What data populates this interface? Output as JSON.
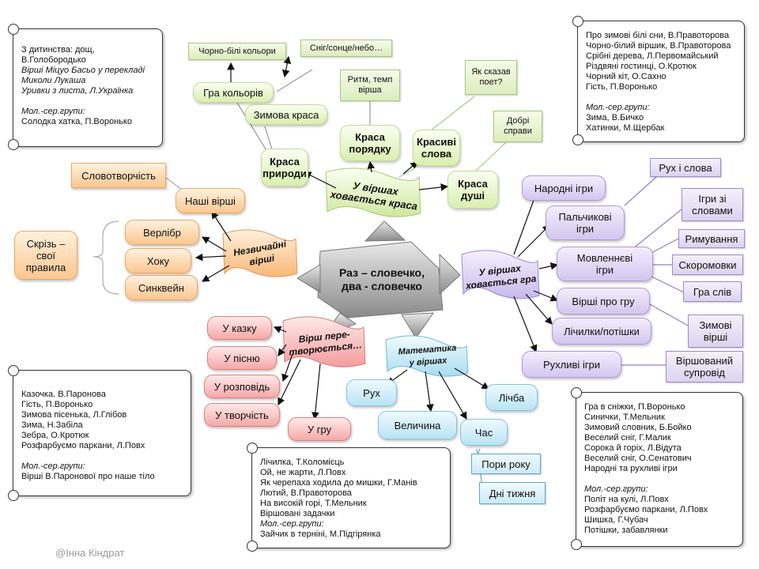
{
  "center": {
    "label": "Раз – словечко,\nдва - словечко"
  },
  "hubs": {
    "beauty": "У віршах\nховається краса",
    "game": "У віршах\nховається гра",
    "math": "Математика\nу віршах",
    "transform": "Вірш пере-\nтворюється…",
    "unusual": "Незвичайні\nвірші"
  },
  "beauty": {
    "nature": "Краса\nприроди",
    "order": "Краса\nпорядку",
    "words": "Красиві\nслова",
    "soul": "Краса\nдуші",
    "colors_game": "Гра кольорів",
    "winter": "Зимова краса",
    "bw_colors": "Чорно-білі кольори",
    "snow_sun": "Сніг/сонце/небо…",
    "rhythm": "Ритм, темп\nвірша",
    "poet": "Як сказав\nпоет?",
    "good_deeds": "Добрі\nсправи"
  },
  "game": {
    "folk": "Народні ігри",
    "finger": "Пальчикові\nігри",
    "speech": "Мовленнєві\nігри",
    "about_game": "Вірші про гру",
    "counting": "Лічилки/потішки",
    "active": "Рухливі ігри",
    "movement_words": "Рух  і слова",
    "word_games": "Ігри зі\nсловами",
    "rhyming": "Римування",
    "tongue": "Скоромовки",
    "word_play": "Гра слів",
    "winter_poems": "Зимові\nвірші",
    "accompaniment": "Віршований\nсупровід"
  },
  "math": {
    "motion": "Рух",
    "count": "Лічба",
    "quantity": "Величина",
    "time": "Час",
    "seasons": "Пори року",
    "weekdays": "Дні тижня"
  },
  "transform": {
    "tale": "У казку",
    "song": "У пісню",
    "story": "У розповідь",
    "creative": "У творчість",
    "game": "У гру"
  },
  "unusual": {
    "our": "Наші вірші",
    "wordcraft": "Словотворчість",
    "verlibre": "Верлібр",
    "haiku": "Хоку",
    "cinquain": "Синквейн",
    "rules": "Скрізь –\nсвої\nправила"
  },
  "notes": {
    "top_left": [
      {
        "t": "З дитинства: дощ,",
        "i": false
      },
      {
        "t": "В.Голобородько",
        "i": false
      },
      {
        "t": "Вірші Міцуо Басьо у перекладі",
        "i": true
      },
      {
        "t": "Миколи Лукаша",
        "i": true
      },
      {
        "t": "Уривки з листа, Л.Українка",
        "i": true
      },
      {
        "t": "",
        "i": false
      },
      {
        "t": "Мол.-сер.групи:",
        "i": true
      },
      {
        "t": "Солодка хатка, П.Воронько",
        "i": false
      }
    ],
    "top_right": [
      {
        "t": "Про зимові білі сни, В.Правоторова",
        "i": false
      },
      {
        "t": "Чорно-білий віршик, В.Правоторова",
        "i": false
      },
      {
        "t": "Срібні дерева, Л.Первомайський",
        "i": false
      },
      {
        "t": "Різдвяні гостинці, О.Кротюк",
        "i": false
      },
      {
        "t": "Чорний кіт, О.Сахно",
        "i": false
      },
      {
        "t": "Гість, П.Воронько",
        "i": false
      },
      {
        "t": "",
        "i": false
      },
      {
        "t": "Мол.-сер.групи:",
        "i": true
      },
      {
        "t": "Зима, В.Бичко",
        "i": false
      },
      {
        "t": "Хатинки, М.Щербак",
        "i": false
      }
    ],
    "bottom_left": [
      {
        "t": "Казочка. В.Паронова",
        "i": false
      },
      {
        "t": "Гість, П.Воронько",
        "i": false
      },
      {
        "t": "Зимова пісенька, Л.Глібов",
        "i": false
      },
      {
        "t": "Зима, Н.Забіла",
        "i": false
      },
      {
        "t": "Зебра, О.Кротюк",
        "i": false
      },
      {
        "t": "Розфарбуємо паркани, Л.Повх",
        "i": false
      },
      {
        "t": "",
        "i": false
      },
      {
        "t": "Мол.-сер.групи:",
        "i": true
      },
      {
        "t": "Вірші В.Паронової  про наше тіло",
        "i": false
      }
    ],
    "bottom_center": [
      {
        "t": "Лічилка, Т.Коломієць",
        "i": false
      },
      {
        "t": "Ой, не жарти, Л.Повх",
        "i": false
      },
      {
        "t": "Як черепаха ходила до мишки, Г.Манів",
        "i": false
      },
      {
        "t": "Лютий, В.Правоторова",
        "i": false
      },
      {
        "t": "На високій горі, Т.Мельник",
        "i": false
      },
      {
        "t": "Віршовані задачки",
        "i": false
      },
      {
        "t": "Мол.-сер.групи:",
        "i": true
      },
      {
        "t": "Зайчик в терніні, М.Підгірянка",
        "i": false
      }
    ],
    "bottom_right": [
      {
        "t": "Гра в сніжки, П.Воронько",
        "i": false
      },
      {
        "t": "Синички, Т.Мельник",
        "i": false
      },
      {
        "t": "Зимовий словник, Б.Бойко",
        "i": false
      },
      {
        "t": "Веселий сніг, Г.Малик",
        "i": false
      },
      {
        "t": "Сорока й горіх, Л.Відута",
        "i": false
      },
      {
        "t": "Веселий сніг, О.Сенатович",
        "i": false
      },
      {
        "t": "Народні та рухливі ігри",
        "i": false
      },
      {
        "t": "",
        "i": false
      },
      {
        "t": "Мол.-сер.групи:",
        "i": true
      },
      {
        "t": "Політ на кулі, Л.Повх",
        "i": false
      },
      {
        "t": "Розфарбуємо паркани, Л.Повх",
        "i": false
      },
      {
        "t": "Шишка, Г.Чубач",
        "i": false
      },
      {
        "t": "Потішки, забавлянки",
        "i": false
      }
    ]
  },
  "credit": "@Інна Кіндрат"
}
